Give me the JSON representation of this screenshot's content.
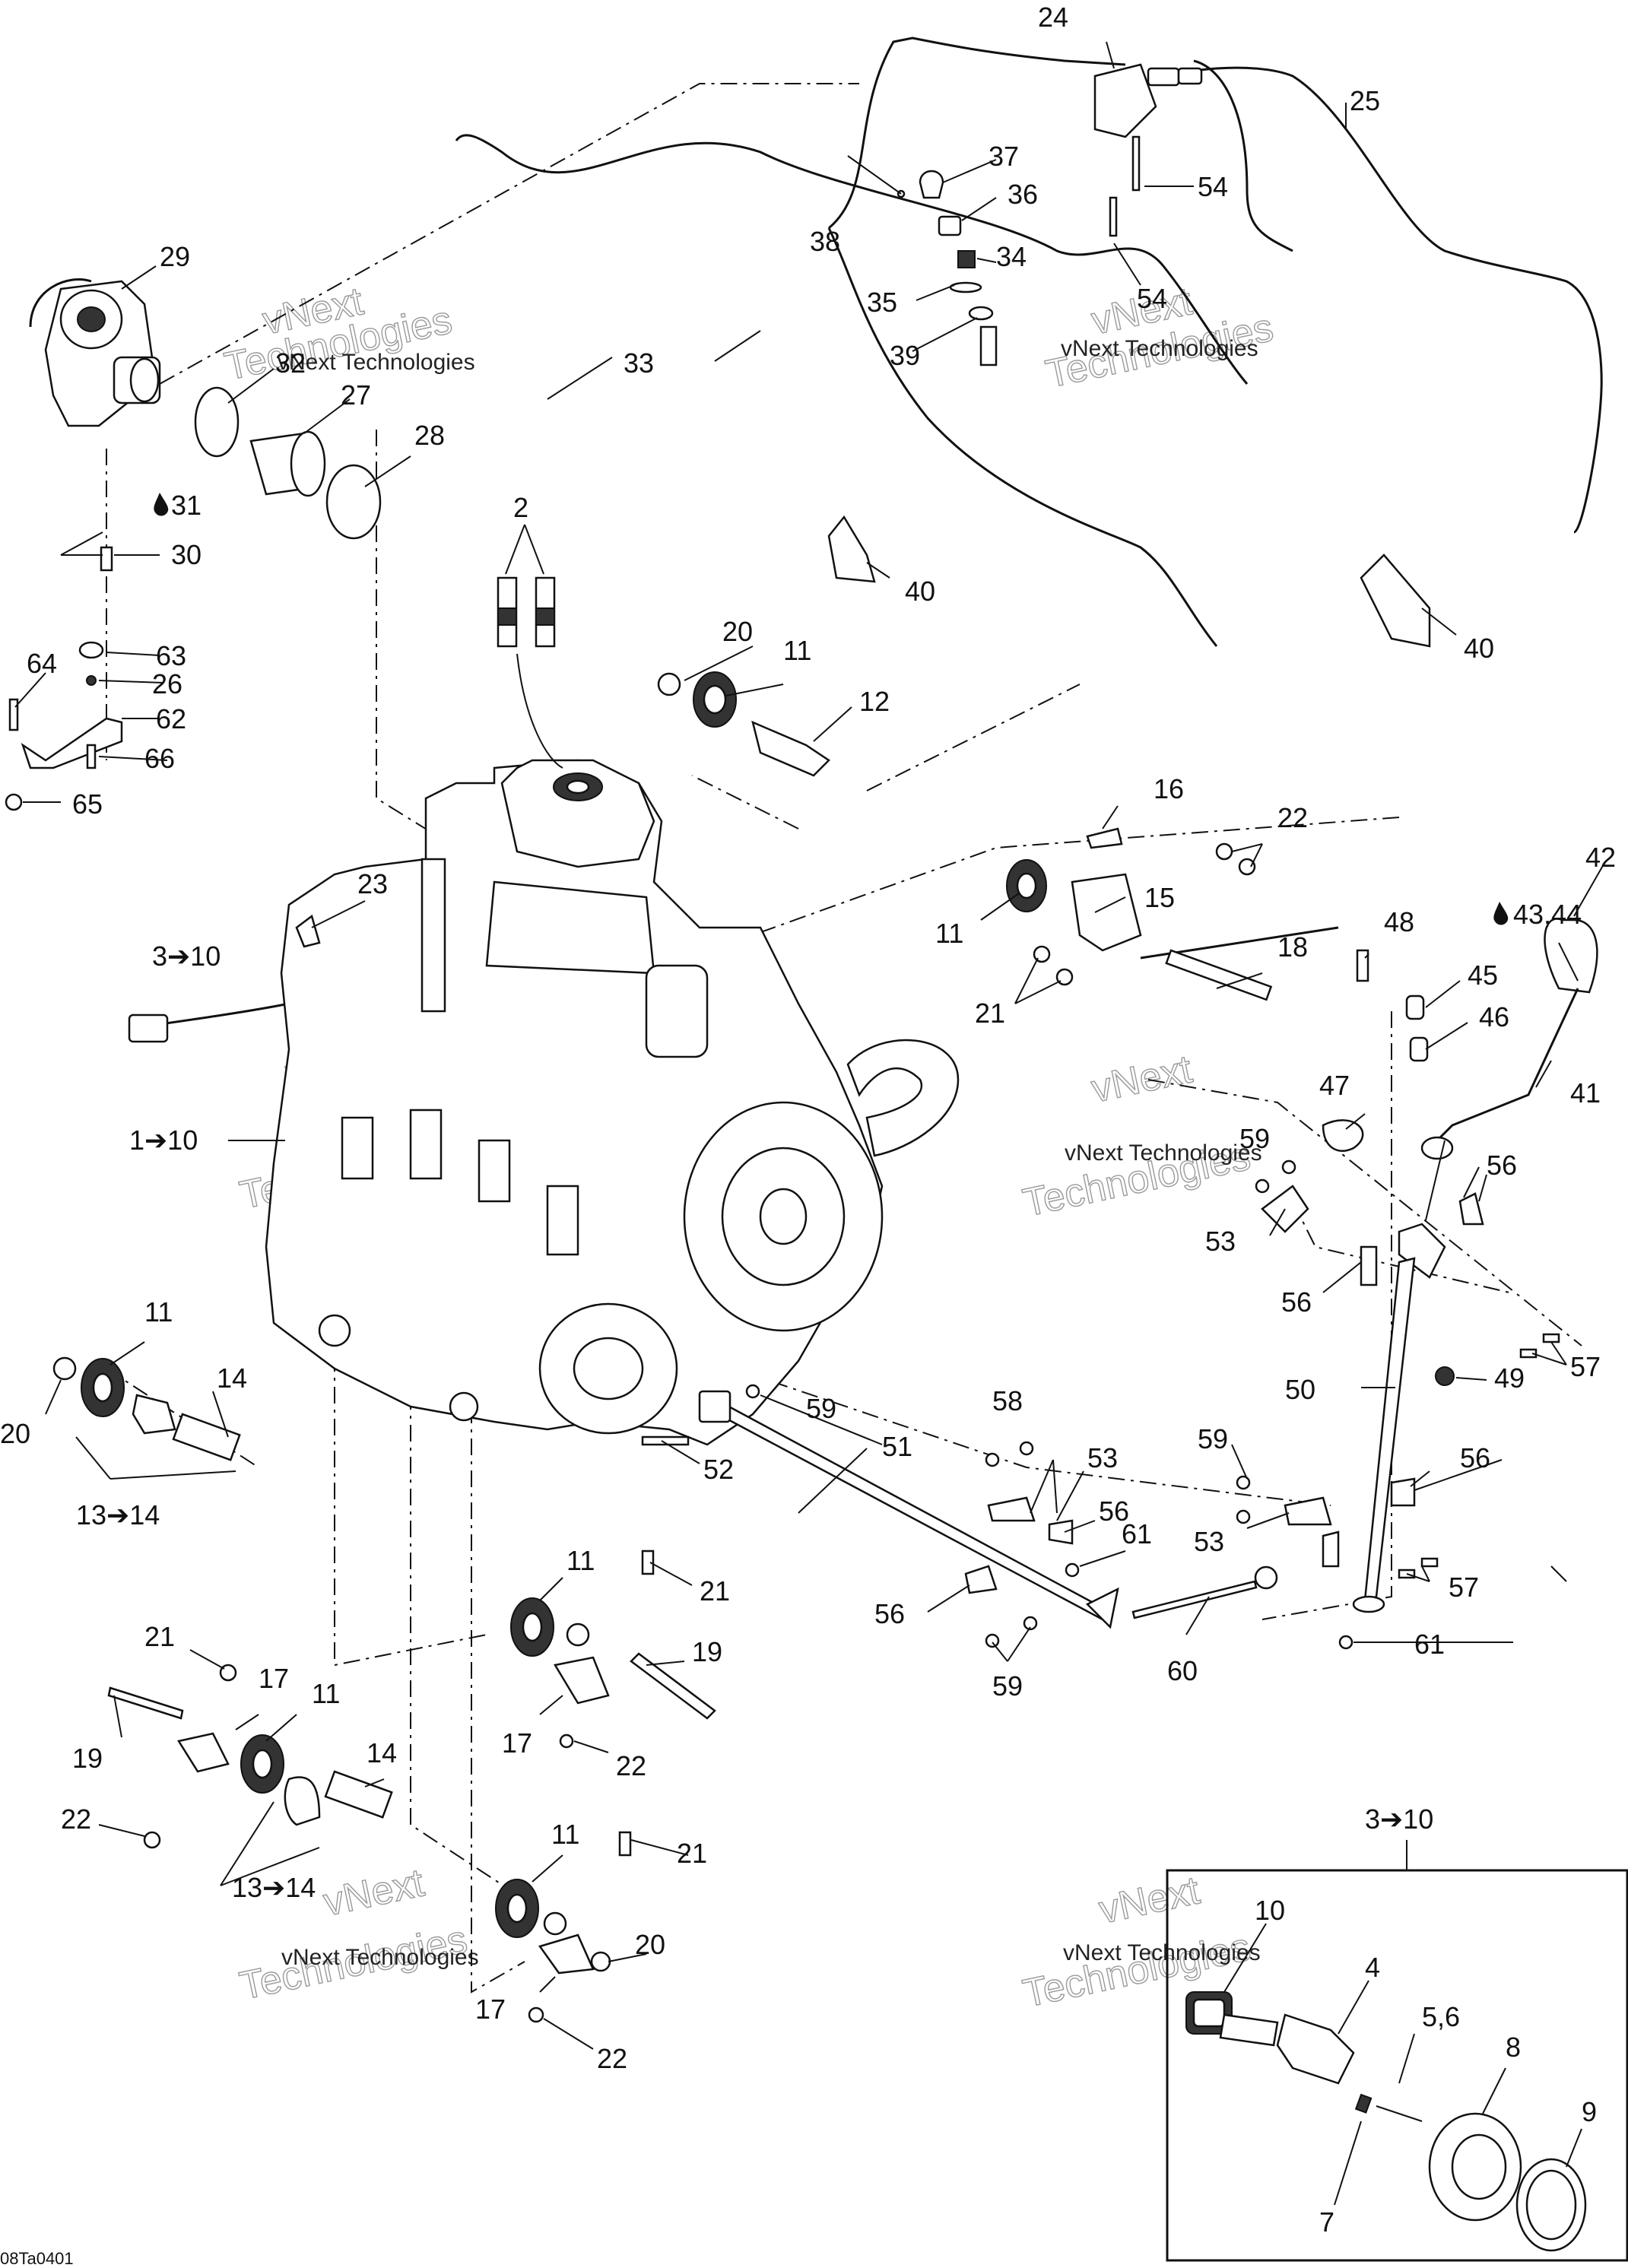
{
  "diagram_code": "08Ta0401",
  "watermark": {
    "line1": "vNext Technologies",
    "line2": "vNext",
    "line3": "Technologies"
  },
  "inset": {
    "title": "3➔10"
  },
  "callouts": {
    "c1": "1➔10",
    "c2": "2",
    "c3a": "3➔10",
    "c3b": "3➔10",
    "c4": "4",
    "c56": "5,6",
    "c7": "7",
    "c8": "8",
    "c9": "9",
    "c10": "10",
    "c11a": "11",
    "c11b": "11",
    "c11c": "11",
    "c11d": "11",
    "c11e": "11",
    "c11f": "11",
    "c12": "12",
    "c13a": "13➔14",
    "c13b": "13➔14",
    "c14a": "14",
    "c14b": "14",
    "c15": "15",
    "c16": "16",
    "c17a": "17",
    "c17b": "17",
    "c17c": "17",
    "c18": "18",
    "c19a": "19",
    "c19b": "19",
    "c20a": "20",
    "c20b": "20",
    "c20c": "20",
    "c21a": "21",
    "c21b": "21",
    "c21c": "21",
    "c21d": "21",
    "c22a": "22",
    "c22b": "22",
    "c22c": "22",
    "c22d": "22",
    "c23": "23",
    "c24": "24",
    "c25": "25",
    "c26": "26",
    "c27": "27",
    "c28": "28",
    "c29": "29",
    "c30": "30",
    "c31": "31",
    "c32": "32",
    "c33": "33",
    "c34": "34",
    "c35": "35",
    "c36": "36",
    "c37": "37",
    "c38": "38",
    "c39": "39",
    "c40a": "40",
    "c40b": "40",
    "c41": "41",
    "c42": "42",
    "c4344": "43,44",
    "c45": "45",
    "c46": "46",
    "c47": "47",
    "c48": "48",
    "c49": "49",
    "c50": "50",
    "c51": "51",
    "c52": "52",
    "c53a": "53",
    "c53b": "53",
    "c53c": "53",
    "c54a": "54",
    "c54b": "54",
    "c56a": "56",
    "c56b": "56",
    "c56c": "56",
    "c56d": "56",
    "c56e": "56",
    "c57a": "57",
    "c57b": "57",
    "c58": "58",
    "c59a": "59",
    "c59b": "59",
    "c59c": "59",
    "c59d": "59",
    "c60": "60",
    "c61a": "61",
    "c61b": "61",
    "c62": "62",
    "c63": "63",
    "c64": "64",
    "c65": "65",
    "c66": "66"
  }
}
